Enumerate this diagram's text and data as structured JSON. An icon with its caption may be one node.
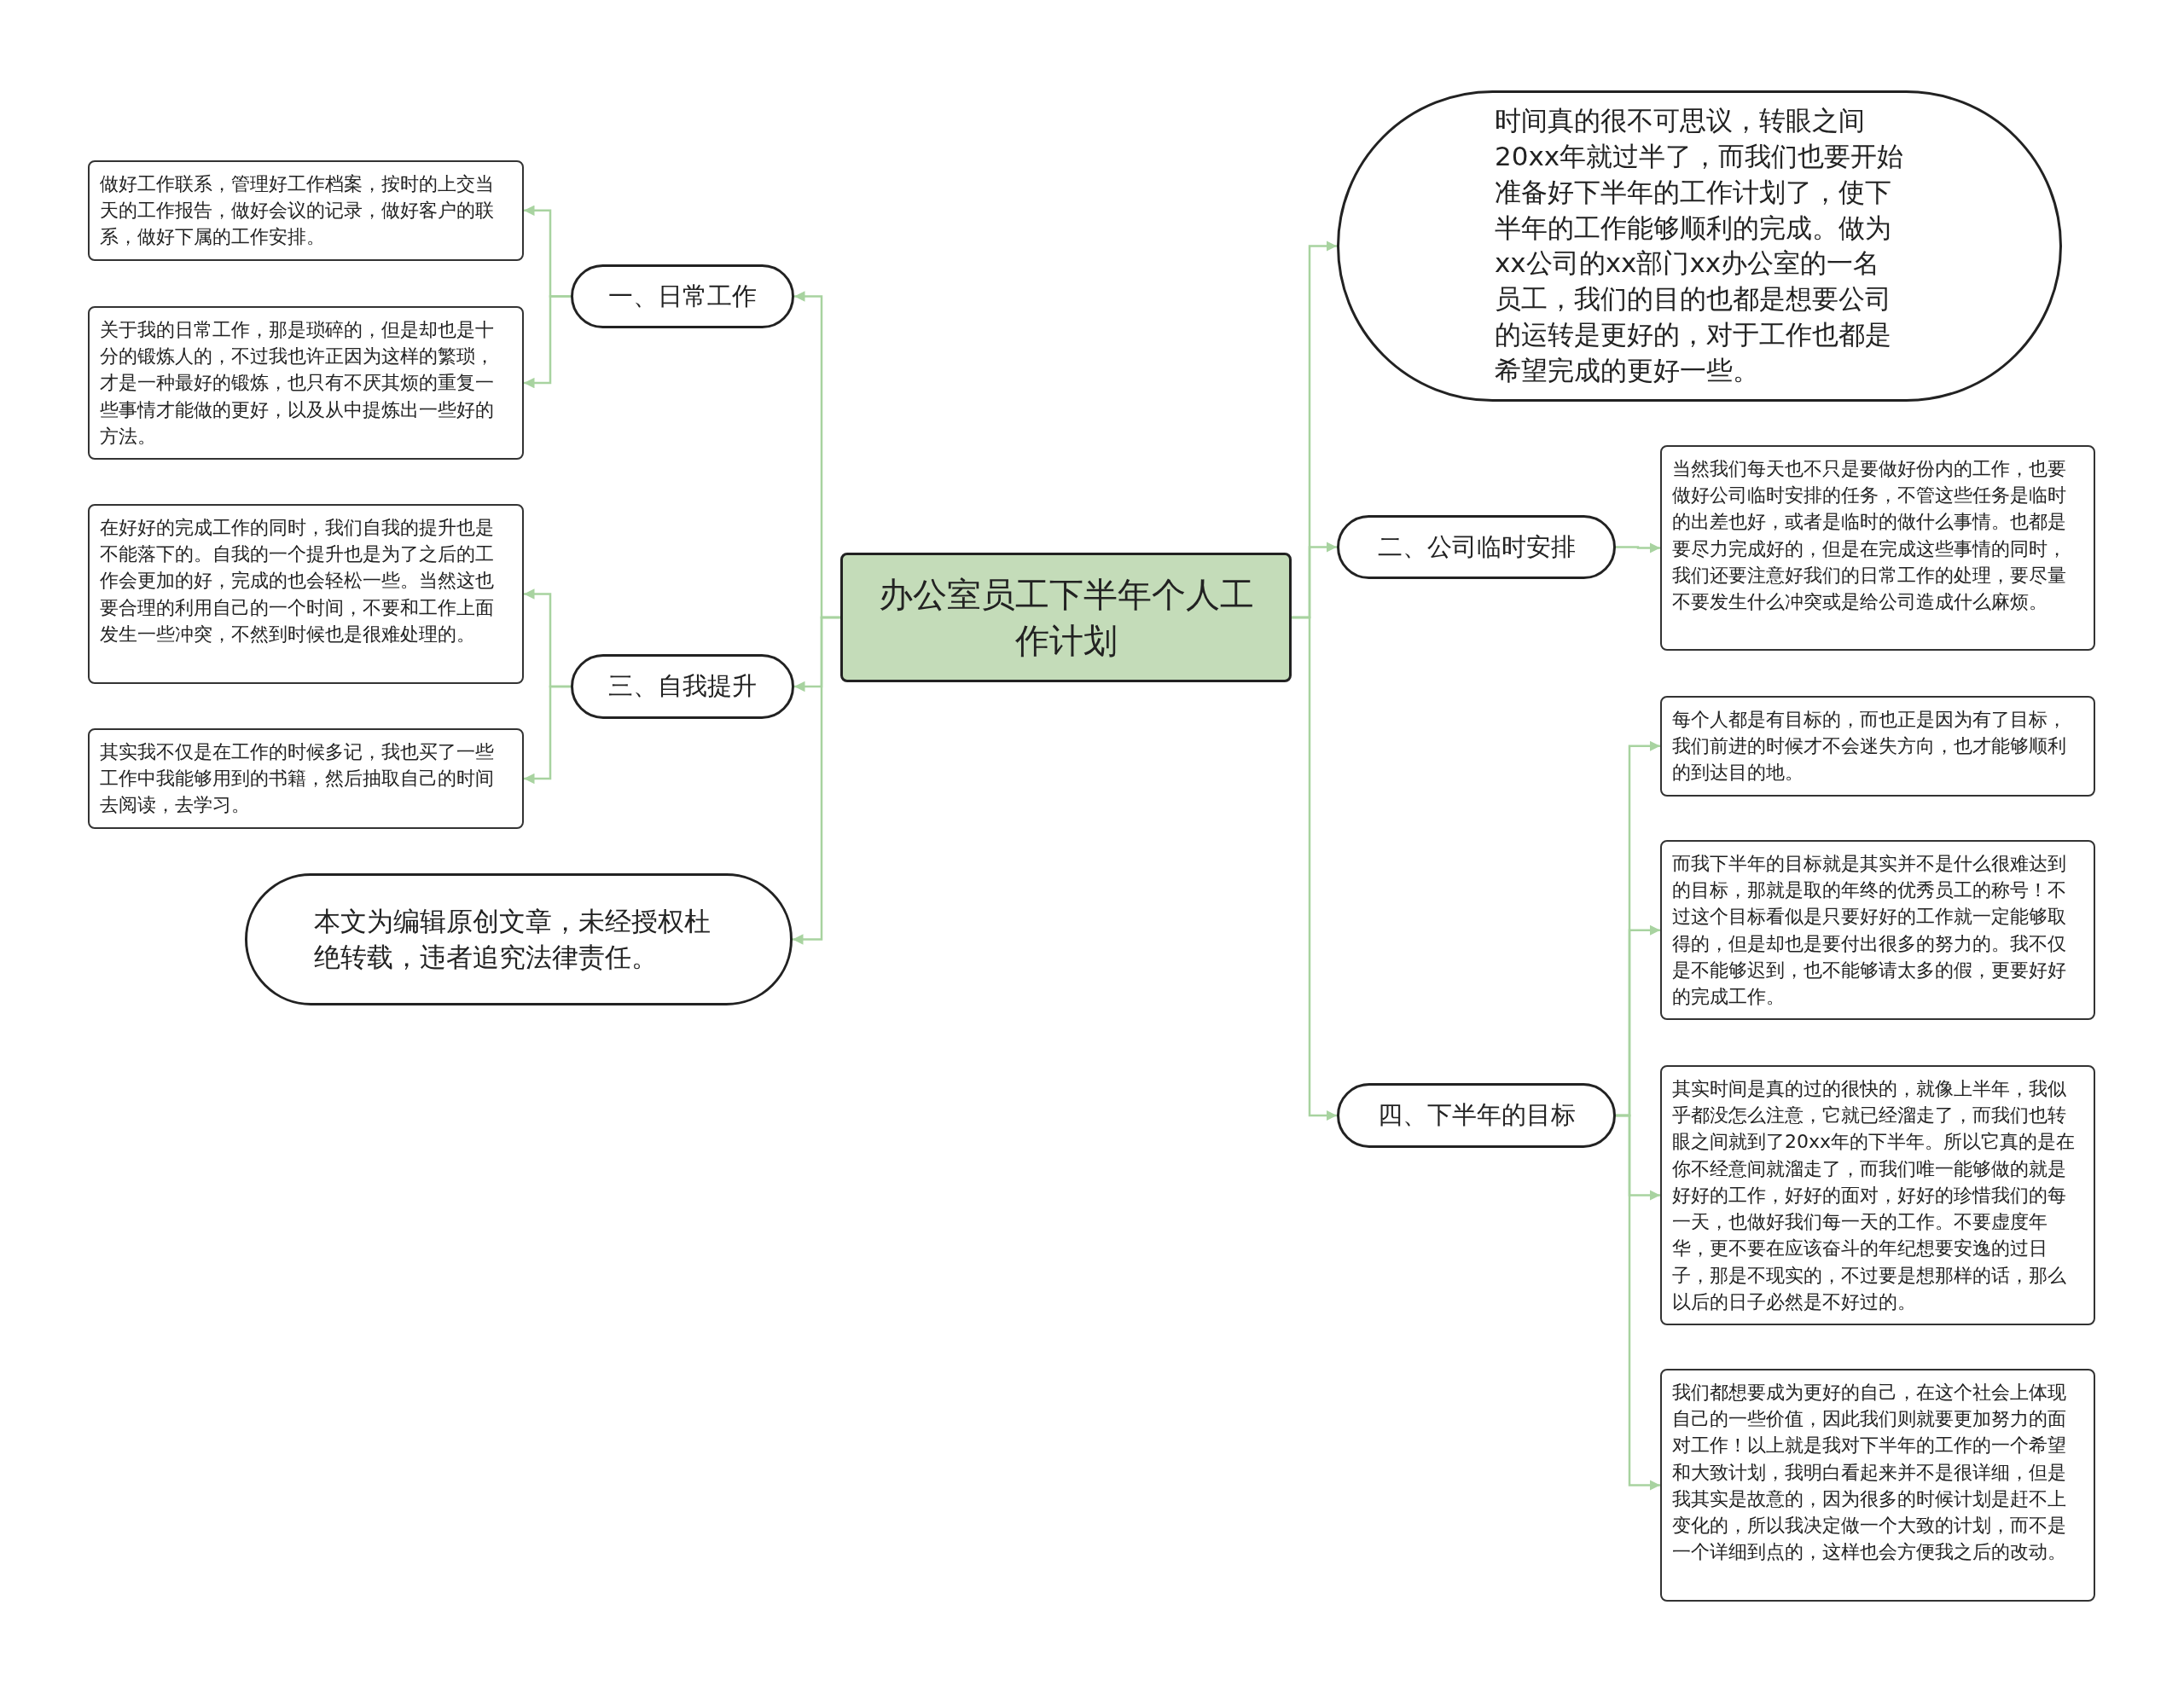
{
  "diagram": {
    "nodes": [
      {
        "text": [
          "办公室员工下半年个人工作计划"
        ]
      },
      {
        "text": [
          "一、日常工作"
        ]
      },
      {
        "text": [
          "做好工作联系，管理好工作档案，按时的上交当天的工作报告，做好会议的记录，做好客户的联系，做好下属的工作安排。"
        ]
      },
      {
        "text": [
          "关于我的日常工作，那是琐碎的，但是却也是十分的锻炼人的，不过我也许正因为这样的繁琐，才是一种最好的锻炼，也只有不厌其烦的重复一些事情才能做的更好，以及从中提炼出一些好的方法。"
        ]
      },
      {
        "text": [
          "三、自我提升"
        ]
      },
      {
        "text": [
          "在好好的完成工作的同时，我们自我的提升也是不能落下的。自我的一个提升也是为了之后的工作会更加的好，完成的也会轻松一些。当然这也要合理的利用自己的一个时间，不要和工作上面发生一些冲突，不然到时候也是很难处理的。"
        ]
      },
      {
        "text": [
          "其实我不仅是在工作的时候多记，我也买了一些工作中我能够用到的书籍，然后抽取自己的时间去阅读，去学习。"
        ]
      },
      {
        "text": [
          "本文为编辑原创文章，未经授权杜绝转载，违者追究法律责任。"
        ]
      },
      {
        "text": [
          "时间真的很不可思议，转眼之间20xx年就过半了，而我们也要开始准备好下半年的工作计划了，使下半年的工作能够顺利的完成。做为xx公司的xx部门xx办公室的一名员工，我们的目的也都是想要公司的运转是更好的，对于工作也都是希望完成的更好一些。"
        ]
      },
      {
        "text": [
          "二、公司临时安排"
        ]
      },
      {
        "text": [
          "当然我们每天也不只是要做好份内的工作，也要做好公司临时安排的任务，不管这些任务是临时的出差也好，或者是临时的做什么事情。也都是要尽力完成好的，但是在完成这些事情的同时，我们还要注意好我们的日常工作的处理，要尽量不要发生什么冲突或是给公司造成什么麻烦。"
        ]
      },
      {
        "text": [
          "四、下半年的目标"
        ]
      },
      {
        "text": [
          "每个人都是有目标的，而也正是因为有了目标，我们前进的时候才不会迷失方向，也才能够顺利的到达目的地。"
        ]
      },
      {
        "text": [
          "而我下半年的目标就是其实并不是什么很难达到的目标，那就是取的年终的优秀员工的称号！不过这个目标看似是只要好好的工作就一定能够取得的，但是却也是要付出很多的努力的。我不仅是不能够迟到，也不能够请太多的假，更要好好的完成工作。"
        ]
      },
      {
        "text": [
          "其实时间是真的过的很快的，就像上半年，我似乎都没怎么注意，它就已经溜走了，而我们也转眼之间就到了20xx年的下半年。所以它真的是在你不经意间就溜走了，而我们唯一能够做的就是好好的工作，好好的面对，好好的珍惜我们的每一天，也做好我们每一天的工作。不要虚度年华，更不要在应该奋斗的年纪想要安逸的过日子，那是不现实的，不过要是想那样的话，那么以后的日子必然是不好过的。"
        ]
      },
      {
        "text": [
          "我们都想要成为更好的自己，在这个社会上体现自己的一些价值，因此我们则就要更加努力的面对工作！以上就是我对下半年的工作的一个希望和大致计划，我明白看起来并不是很详细，但是我其实是故意的，因为很多的时候计划是赶不上变化的，所以我决定做一个大致的计划，而不是一个详细到点的，这样也会方便我之后的改动。"
        ]
      }
    ],
    "edges": [
      {
        "from": 0,
        "to": 1,
        "arrow": "to"
      },
      {
        "from": 0,
        "to": 4,
        "arrow": "to"
      },
      {
        "from": 0,
        "to": 7,
        "arrow": "to"
      },
      {
        "from": 0,
        "to": 8,
        "arrow": "to"
      },
      {
        "from": 0,
        "to": 9,
        "arrow": "to"
      },
      {
        "from": 0,
        "to": 11,
        "arrow": "to"
      },
      {
        "from": 1,
        "to": 2,
        "arrow": "to"
      },
      {
        "from": 1,
        "to": 3,
        "arrow": "to"
      },
      {
        "from": 4,
        "to": 5,
        "arrow": "to"
      },
      {
        "from": 4,
        "to": 6,
        "arrow": "to"
      },
      {
        "from": 9,
        "to": 10,
        "arrow": "to"
      },
      {
        "from": 11,
        "to": 12,
        "arrow": "to"
      },
      {
        "from": 11,
        "to": 13,
        "arrow": "to"
      },
      {
        "from": 11,
        "to": 14,
        "arrow": "to"
      },
      {
        "from": 11,
        "to": 15,
        "arrow": "to"
      }
    ]
  }
}
